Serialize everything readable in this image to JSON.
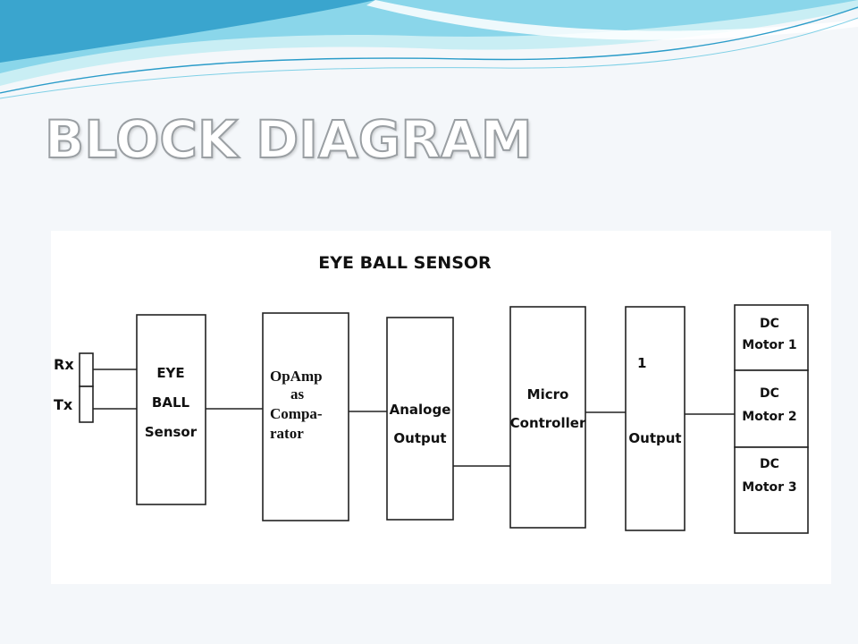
{
  "slide": {
    "title": "BLOCK DIAGRAM"
  },
  "diagram": {
    "heading": "EYE BALL SENSOR",
    "inputs": {
      "rx": "Rx",
      "tx": "Tx"
    },
    "blocks": {
      "eye_ball_sensor": [
        "EYE",
        "BALL",
        "Sensor"
      ],
      "opamp_comparator": [
        "OpAmp",
        "as",
        "Compa-",
        "rator"
      ],
      "analoge_output": [
        "Analoge",
        "Output"
      ],
      "micro_controller": [
        "Micro",
        "Controller"
      ],
      "output": {
        "number": "1",
        "label": "Output"
      },
      "dc_motors": [
        [
          "DC",
          "Motor 1"
        ],
        [
          "DC",
          "Motor 2"
        ],
        [
          "DC",
          "Motor 3"
        ]
      ]
    }
  },
  "colors": {
    "wave_light": "#c9eef4",
    "wave_mid": "#7fd0e6",
    "wave_dark": "#2b9cc9",
    "title_fill": "#ffffff",
    "title_outline": "#9a9fa3",
    "line": "#222222"
  }
}
